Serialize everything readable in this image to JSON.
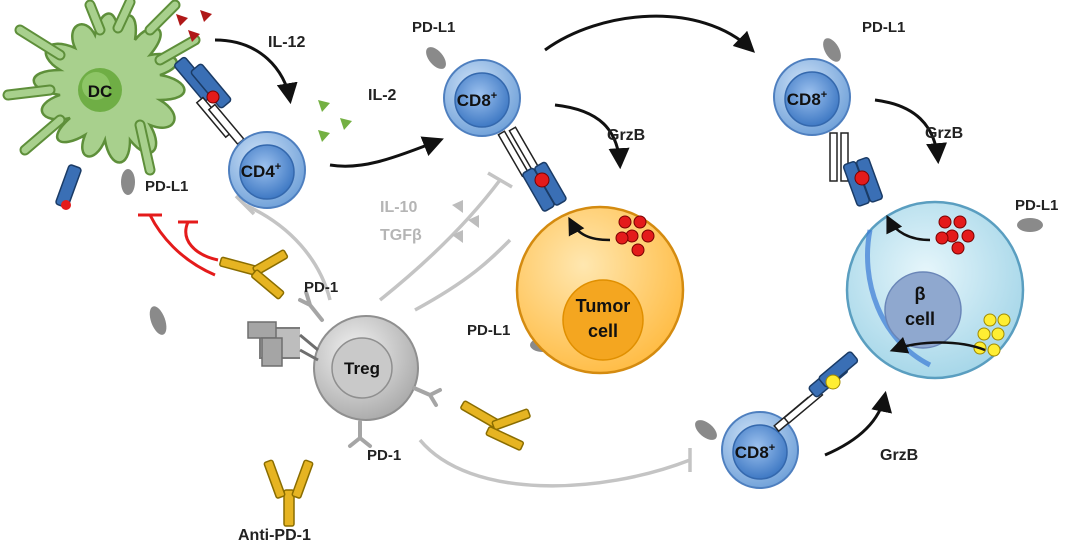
{
  "labels": {
    "dc": "DC",
    "cd4": "CD4",
    "cd8": "CD8",
    "sup_plus": "+",
    "treg": "Treg",
    "tumor_line1": "Tumor",
    "tumor_line2": "cell",
    "beta_line1": "β",
    "beta_line2": "cell",
    "il12": "IL-12",
    "il2": "IL-2",
    "il10": "IL-10",
    "tgfb": "TGFβ",
    "grzb": "GrzB",
    "pdl1": "PD-L1",
    "pd1": "PD-1",
    "anti_pd1": "Anti-PD-1"
  },
  "colors": {
    "dc_fill": "#a8d08d",
    "dc_stroke": "#5e8f3a",
    "cd_cell": "#7aa7dd",
    "cd_nucleus": "#5b8fcf",
    "treg": "#bdbdbd",
    "tumor": "#ffc35a",
    "tumor_nucleus": "#f4a620",
    "beta_cell": "#b9e0ee",
    "antibody": "#e6b422",
    "antigen_red": "#e41b1b",
    "granule_yellow": "#ffee33",
    "inhibition_red": "#e41b1b",
    "inhibition_grey": "#bdbdbd",
    "il12_arrow": "#b01818",
    "il2_arrow": "#74b043"
  }
}
